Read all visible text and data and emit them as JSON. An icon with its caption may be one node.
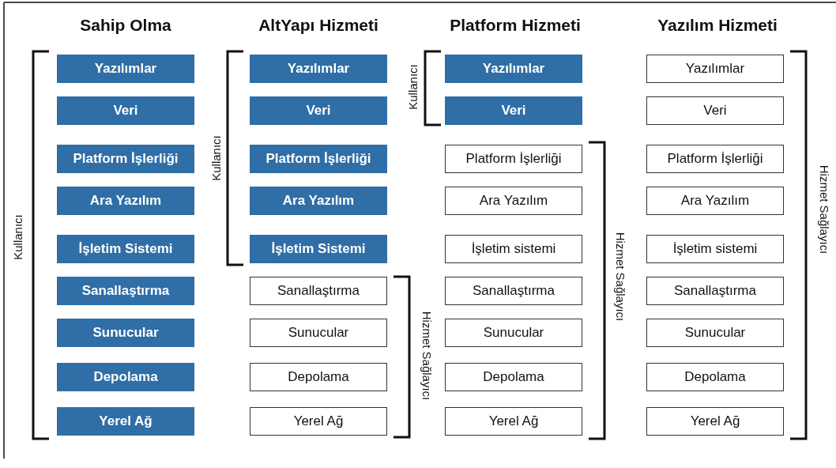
{
  "diagram": {
    "nodes": [
      {
        "text": [
          "Yazılımlar"
        ]
      },
      {
        "text": [
          "Veri"
        ]
      },
      {
        "text": [
          "Platform İşlerliği"
        ]
      },
      {
        "text": [
          "Ara Yazılım"
        ]
      },
      {
        "text": [
          "İşletim Sistemi"
        ]
      },
      {
        "text": [
          "Sanallaştırma"
        ]
      },
      {
        "text": [
          "Sunucular"
        ]
      },
      {
        "text": [
          "Depolama"
        ]
      },
      {
        "text": [
          "Yerel Ağ"
        ]
      },
      {
        "text": [
          "Yazılımlar"
        ]
      },
      {
        "text": [
          "Veri"
        ]
      },
      {
        "text": [
          "Platform İşlerliği"
        ]
      },
      {
        "text": [
          "Ara Yazılım"
        ]
      },
      {
        "text": [
          "İşletim Sistemi"
        ]
      },
      {
        "text": [
          "Sanallaştırma"
        ]
      },
      {
        "text": [
          "Sunucular"
        ]
      },
      {
        "text": [
          "Depolama"
        ]
      },
      {
        "text": [
          "Yerel Ağ"
        ]
      },
      {
        "text": [
          "Yazılımlar"
        ]
      },
      {
        "text": [
          "Veri"
        ]
      },
      {
        "text": [
          "Platform İşlerliği"
        ]
      },
      {
        "text": [
          "Ara Yazılım"
        ]
      },
      {
        "text": [
          "İşletim sistemi"
        ]
      },
      {
        "text": [
          "Sanallaştırma"
        ]
      },
      {
        "text": [
          "Sunucular"
        ]
      },
      {
        "text": [
          "Depolama"
        ]
      },
      {
        "text": [
          "Yerel Ağ"
        ]
      },
      {
        "text": [
          "Yazılımlar"
        ]
      },
      {
        "text": [
          "Veri"
        ]
      },
      {
        "text": [
          "Platform İşlerliği"
        ]
      },
      {
        "text": [
          "Ara Yazılım"
        ]
      },
      {
        "text": [
          "İşletim sistemi"
        ]
      },
      {
        "text": [
          "Sanallaştırma"
        ]
      },
      {
        "text": [
          "Sunucular"
        ]
      },
      {
        "text": [
          "Depolama"
        ]
      },
      {
        "text": [
          "Yerel Ağ"
        ]
      }
    ],
    "edges": [],
    "labels": [
      "Sahip Olma",
      "AltYapı Hizmeti",
      "Platform Hizmeti",
      "Yazılım Hizmeti",
      "Kullanıcı",
      "Kullanıcı",
      "Hizmet Sağlayıcı",
      "Kullanıcı",
      "Hizmet Sağlayıcı",
      "Hizmet Sağlayıcı"
    ]
  }
}
